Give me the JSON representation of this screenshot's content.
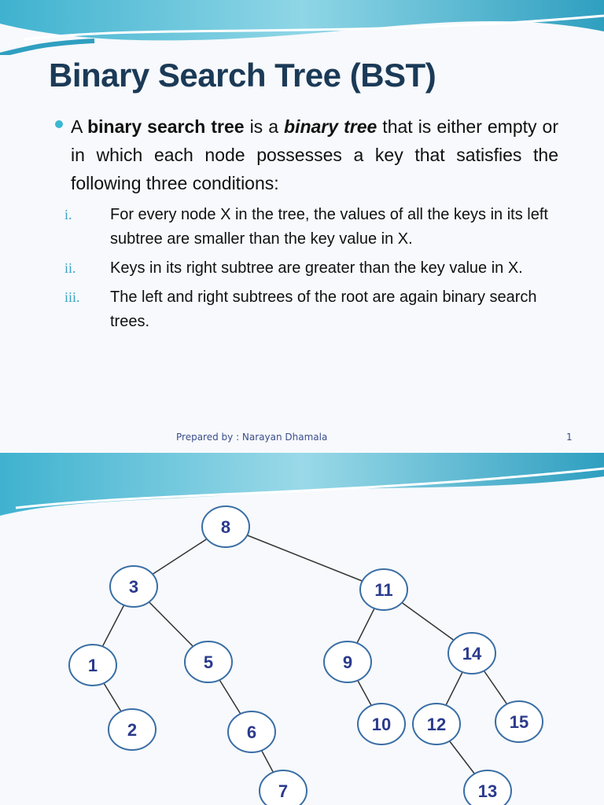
{
  "slide1": {
    "title": "Binary Search Tree (BST)",
    "intro": {
      "p1": "A ",
      "b1": "binary search tree",
      "p2": " is a ",
      "b2": "binary tree",
      "p3": " that is either empty or in which each node possesses a key that satisfies the following three conditions:"
    },
    "conditions": [
      {
        "num": "i.",
        "text": "For every node X in the tree, the values of all the keys in its left subtree are smaller than the key value in X."
      },
      {
        "num": "ii.",
        "text": "Keys in its right subtree are greater than the key value in X."
      },
      {
        "num": "iii.",
        "text": "The left and right subtrees of the root are again binary search trees."
      }
    ],
    "footer": "Prepared by : Narayan Dhamala",
    "page_number": "1"
  },
  "slide2": {
    "tree": {
      "nodes": [
        {
          "id": "n8",
          "label": "8"
        },
        {
          "id": "n3",
          "label": "3"
        },
        {
          "id": "n11",
          "label": "11"
        },
        {
          "id": "n1",
          "label": "1"
        },
        {
          "id": "n5",
          "label": "5"
        },
        {
          "id": "n9",
          "label": "9"
        },
        {
          "id": "n14",
          "label": "14"
        },
        {
          "id": "n2",
          "label": "2"
        },
        {
          "id": "n6",
          "label": "6"
        },
        {
          "id": "n10",
          "label": "10"
        },
        {
          "id": "n12",
          "label": "12"
        },
        {
          "id": "n15",
          "label": "15"
        },
        {
          "id": "n7",
          "label": "7"
        },
        {
          "id": "n13",
          "label": "13"
        }
      ],
      "edges": [
        [
          "n8",
          "n3"
        ],
        [
          "n8",
          "n11"
        ],
        [
          "n3",
          "n1"
        ],
        [
          "n3",
          "n5"
        ],
        [
          "n11",
          "n9"
        ],
        [
          "n11",
          "n14"
        ],
        [
          "n1",
          "n2"
        ],
        [
          "n5",
          "n6"
        ],
        [
          "n9",
          "n10"
        ],
        [
          "n14",
          "n12"
        ],
        [
          "n14",
          "n15"
        ],
        [
          "n6",
          "n7"
        ],
        [
          "n12",
          "n13"
        ]
      ]
    }
  },
  "colors": {
    "title": "#1b3a57",
    "accent": "#3bb8d1",
    "node_fill": "#ffffff",
    "node_stroke": "#3a6ea5",
    "label": "#2a3a8c"
  }
}
